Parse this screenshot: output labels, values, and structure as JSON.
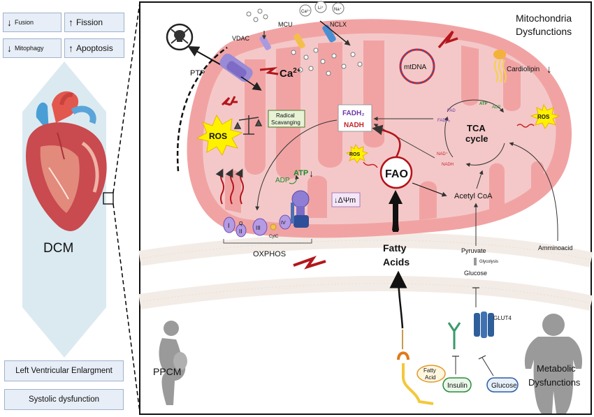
{
  "left": {
    "boxes": [
      {
        "arrow": "↓",
        "label": "Fusion"
      },
      {
        "arrow": "↑",
        "label": "Fission"
      },
      {
        "arrow": "↓",
        "label": "Mitophagy"
      },
      {
        "arrow": "↑",
        "label": "Apoptosis"
      }
    ],
    "dcm": "DCM",
    "bottom": [
      "Left Ventricular Enlargment",
      "Systolic dysfunction"
    ]
  },
  "diagram": {
    "title_line1": "Mitochondria",
    "title_line2": "Dysfunctions",
    "vdac": "VDAC",
    "mcu": "MCU",
    "nclx": "NCLX",
    "ca_ion": "Ca²⁺",
    "li_ion": "Li⁺",
    "na_ion": "Na⁺",
    "ca_big": "Ca",
    "ca_sup": "2+",
    "ptp": "PTP",
    "mtdna": "mtDNA",
    "cardiolipin": "Cardiolipin",
    "cardiolipin_arrow": "↓",
    "ros": "ROS",
    "radical_1": "Radical",
    "radical_2": "Scavanging",
    "fadh2": "FADH₂",
    "nadh": "NADH",
    "fad": "FAD",
    "fadh_small": "FADH₂",
    "nad_plus": "NAD⁺",
    "nadh_small": "NADH",
    "atp_small": "ATP",
    "adp_small": "ADP",
    "tca_1": "TCA",
    "tca_2": "cycle",
    "fao": "FAO",
    "acetyl": "Acetyl CoA",
    "adp": "ADP",
    "atp": "ATP",
    "atp_arrow": "↓",
    "dpsi": "↓ΔΨm",
    "complexes": [
      "I",
      "II",
      "Q",
      "III",
      "CytC",
      "IV"
    ],
    "oxphos": "OXPHOS",
    "fatty_1": "Fatty",
    "fatty_2": "Acids",
    "pyruvate": "Pyruvate",
    "glycolysis": "Glycolysis",
    "glucose": "Glucose",
    "aminoacid": "Amminoacid",
    "glut4": "GLUT4",
    "fatty_acid_1": "Fatty",
    "fatty_acid_2": "Acid",
    "insulin": "Insulin",
    "glucose_pill": "Glucose",
    "ppcm": "PPCM",
    "metabolic_1": "Metabolic",
    "metabolic_2": "Dysfunctions"
  },
  "colors": {
    "matrix": "#f4c8c8",
    "membrane": "#e88e8e",
    "fao_red": "#b5121b",
    "ros_yellow": "#fff200",
    "box_fill": "#e7eef7"
  }
}
